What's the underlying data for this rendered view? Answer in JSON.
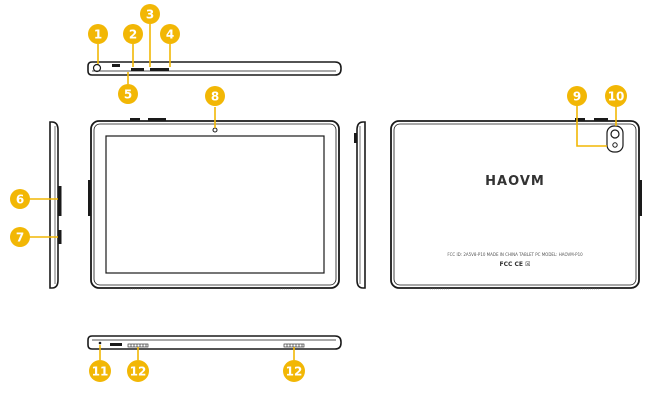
{
  "brand": "HAOVM",
  "certification": {
    "fine_print": "FCC ID: 2A5V8-P10 MADE IN CHINA TABLET PC MODEL: HAOVM-P10",
    "marks": "FCC CE  ☒"
  },
  "callouts": [
    "1",
    "2",
    "3",
    "4",
    "5",
    "6",
    "7",
    "8",
    "9",
    "10",
    "11",
    "12",
    "12"
  ],
  "colors": {
    "callout_fill": "#f2b705",
    "callout_line": "#f2b705",
    "device_outline": "#1a1a1a",
    "screen_fill": "#ffffff"
  }
}
